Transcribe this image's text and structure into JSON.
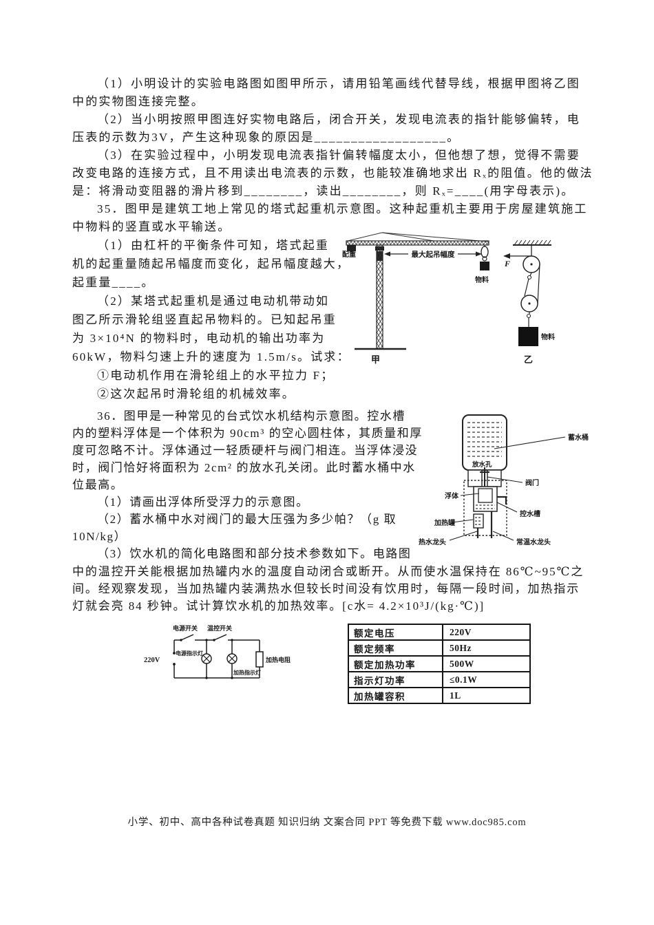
{
  "q34": {
    "lines": [
      "（1）小明设计的实验电路图如图甲所示，请用铅笔画线代替导线，根据甲图将乙图",
      "中的实物图连接完整。",
      "（2）当小明按照甲图连好实物电路后，闭合开关，发现电流表的指针能够偏转，电",
      "压表的示数为3V，产生这种现象的原因是__________________。",
      "（3）在实验过程中，小明发现电流表指针偏转幅度太小，但他想了想，觉得不需要",
      "改变电路的连接方式，且不用读出电流表的示数，也能较准确地求出 Rₓ的阻值。他的做法",
      "是：将滑动变阻器的滑片移到________，读出________，则 Rₓ=____(用字母表示)。"
    ]
  },
  "q35": {
    "intro_lines": [
      "35．图甲是建筑工地上常见的塔式起重机示意图。这种起重机主要用于房屋建筑施工",
      "中物料的竖直或水平输送。"
    ],
    "body_lines": [
      "（1）由杠杆的平衡条件可知，塔式起重",
      "机的起重量随起吊幅度而变化，起吊幅度越大，",
      "起重量____。",
      "（2）某塔式起重机是通过电动机带动如",
      "图乙所示滑轮组竖直起吊物料的。已知起吊重",
      "为 3×10⁴N 的物料时，电动机的输出功率为",
      "60kW，物料匀速上升的速度为 1.5m/s。试求：",
      "①电动机作用在滑轮组上的水平拉力 F；",
      "②这次起吊时滑轮组的机械效率。"
    ],
    "crane": {
      "counterweight": "配重",
      "range": "最大起吊幅度",
      "load": "物料",
      "caption": "甲"
    },
    "pulley": {
      "force": "F",
      "load": "物料",
      "caption": "乙"
    }
  },
  "q36": {
    "body_lines": [
      "36．图甲是一种常见的台式饮水机结构示意图。控水槽",
      "内的塑料浮体是一个体积为 90cm³ 的空心圆柱体，其质量和厚",
      "度可忽略不计。浮体通过一轻质硬杆与阀门相连。当浮体浸没",
      "时，阀门恰好将面积为 2cm² 的放水孔关闭。此时蓄水桶中水",
      "位最高。",
      "（1）请画出浮体所受浮力的示意图。",
      "（2）蓄水桶中水对阀门的最大压强为多少帕？（g 取",
      "10N/kg）",
      "（3）饮水机的简化电路图和部分技术参数如下。电路图"
    ],
    "tail_lines": [
      "中的温控开关能根据加热罐内水的温度自动闭合或断开。从而使水温保持在 86℃~95℃之",
      "间。经观察发现，当加热罐内装满热水但较长时间没有饮用时，每隔一段时间，加热指示",
      "灯就会亮 84 秒钟。试计算饮水机的加热效率。[c水= 4.2×10³J/(kg·℃)]"
    ],
    "dispenser": {
      "bucket": "蓄水桶",
      "hole": "放水孔",
      "valve": "阀门",
      "float": "浮体",
      "tank": "控水槽",
      "heater": "加热罐",
      "hot_tap": "热水龙头",
      "cold_tap": "常温水龙头"
    },
    "circuit": {
      "voltage": "220V",
      "power_switch": "电源开关",
      "temp_switch": "温控开关",
      "power_lamp": "电源指示灯",
      "heat_lamp": "加热指示灯",
      "resistor": "加热电阻"
    },
    "specs": {
      "rows": [
        {
          "label": "额定电压",
          "value": "220V"
        },
        {
          "label": "额定频率",
          "value": "50Hz"
        },
        {
          "label": "额定加热功率",
          "value": "500W"
        },
        {
          "label": "指示灯功率",
          "value": "≤0.1W"
        },
        {
          "label": "加热罐容积",
          "value": "1L"
        }
      ]
    }
  },
  "footer": {
    "text": "小学、初中、高中各种试卷真题 知识归纳 文案合同 PPT 等免费下载  www.doc985.com"
  }
}
